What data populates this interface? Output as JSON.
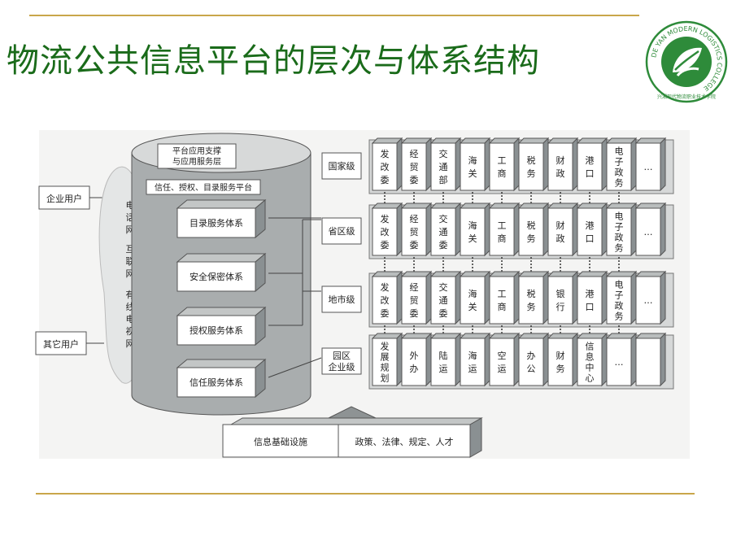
{
  "title": "物流公共信息平台的层次与体系结构",
  "logo": {
    "ring_text": "DE YAN MODERN LOGISTICS COLLEGE",
    "bottom_text": "兴湘现代物流职业技术学院"
  },
  "users": {
    "enterprise": "企业用户",
    "other": "其它用户"
  },
  "networks": [
    "电话网",
    "互联网",
    "有线电视网"
  ],
  "cylinder": {
    "top_label_1": "平台应用支撑",
    "top_label_2": "与应用服务层",
    "platform_label": "信任、授权、目录服务平台",
    "systems": [
      "目录服务体系",
      "安全保密体系",
      "授权服务体系",
      "信任服务体系"
    ]
  },
  "levels": [
    {
      "label": "国家级",
      "items": [
        "发改委",
        "经贸委",
        "交通部",
        "海关",
        "工商",
        "税务",
        "财政",
        "港口",
        "电子政务",
        "…"
      ]
    },
    {
      "label": "省区级",
      "items": [
        "发改委",
        "经贸委",
        "交通委",
        "海关",
        "工商",
        "税务",
        "财政",
        "港口",
        "电子政务",
        "…"
      ]
    },
    {
      "label": "地市级",
      "items": [
        "发改委",
        "经贸委",
        "交通委",
        "海关",
        "工商",
        "税务",
        "银行",
        "港口",
        "电子政务",
        "…"
      ]
    },
    {
      "label": "园区企业级",
      "items": [
        "发展规划",
        "外办",
        "陆运",
        "海运",
        "空运",
        "办公",
        "财务",
        "信息中心",
        "…",
        ""
      ]
    }
  ],
  "base": {
    "infrastructure": "信息基础设施",
    "policy": "政策、法律、规定、人才"
  },
  "colors": {
    "title": "#1a6b1a",
    "rule": "#c9a64a",
    "box_side": "#8a9092",
    "box_front": "#ffffff",
    "logo": "#2e8b3a"
  }
}
